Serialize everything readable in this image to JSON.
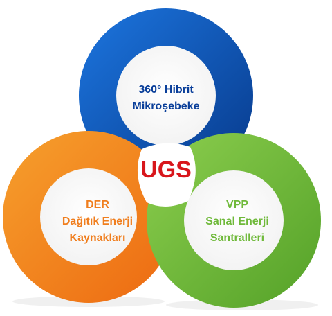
{
  "center": {
    "label": "UGS"
  },
  "rings": [
    {
      "id": "blue",
      "lines": [
        "360° Hibrit",
        "Mikroşebeke"
      ],
      "color": "#0a56c2"
    },
    {
      "id": "orange",
      "lines": [
        "DER",
        "Dağıtık Enerji",
        "Kaynakları"
      ],
      "color": "#f58220"
    },
    {
      "id": "green",
      "lines": [
        "VPP",
        "Sanal Enerji",
        "Santralleri"
      ],
      "color": "#6fb93a"
    }
  ]
}
